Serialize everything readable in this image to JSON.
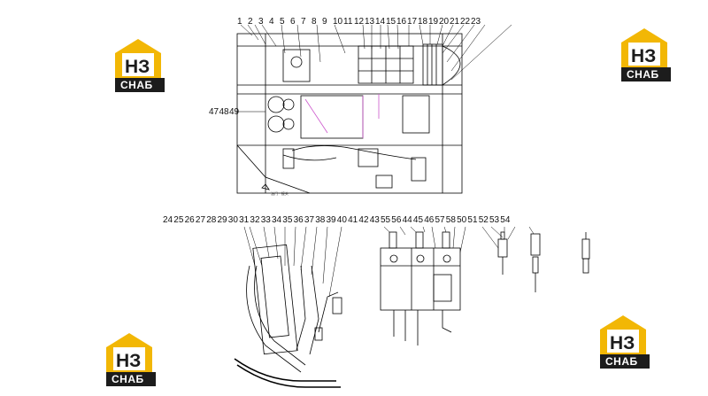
{
  "logo": {
    "mark": "НЗ",
    "name": "СНАБ",
    "icon": "house-roof-icon",
    "colors": {
      "roof": "#f2b705",
      "band": "#1c1c1c"
    }
  },
  "callouts": {
    "top": [
      "1",
      "2",
      "3",
      "4",
      "5",
      "6",
      "7",
      "8",
      "9",
      "10",
      "11",
      "12",
      "13",
      "14",
      "15",
      "16",
      "17",
      "18",
      "19",
      "20",
      "21",
      "22",
      "23"
    ],
    "left": [
      "47",
      "48",
      "49"
    ],
    "bottom_left": [
      "24",
      "25",
      "26",
      "27",
      "28",
      "29",
      "30",
      "31",
      "32",
      "33",
      "34",
      "35",
      "36",
      "37",
      "38",
      "39",
      "40",
      "41",
      "42",
      "43",
      "55",
      "56",
      "44",
      "45",
      "46",
      "57",
      "58",
      "50",
      "51",
      "52",
      "53",
      "54"
    ]
  },
  "line_color": "#000000",
  "accent_color": "#cc55cc"
}
